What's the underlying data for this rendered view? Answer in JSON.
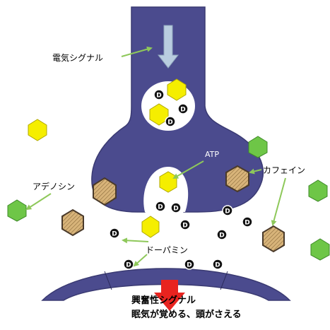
{
  "labels": {
    "electric_signal": "電気シグナル",
    "atp": "ATP",
    "caffeine": "カフェイン",
    "adenosine": "アデノシン",
    "dopamine": "ドーパミン",
    "excitatory_signal": "興奮性シグナル",
    "effect": "眠気が覚める、頭がさえる"
  },
  "dopamine_symbol": "D",
  "colors": {
    "neuron": "#4b4b8e",
    "neuron_stroke": "#3a3a72",
    "atp_hex": "#f5ee00",
    "adenosine_hex": "#6ec647",
    "caffeine_hex": "#c9a36a",
    "arrow": "#8ec85a",
    "signal_arrow": "#b9cde0",
    "red_arrow": "#e8231f"
  }
}
